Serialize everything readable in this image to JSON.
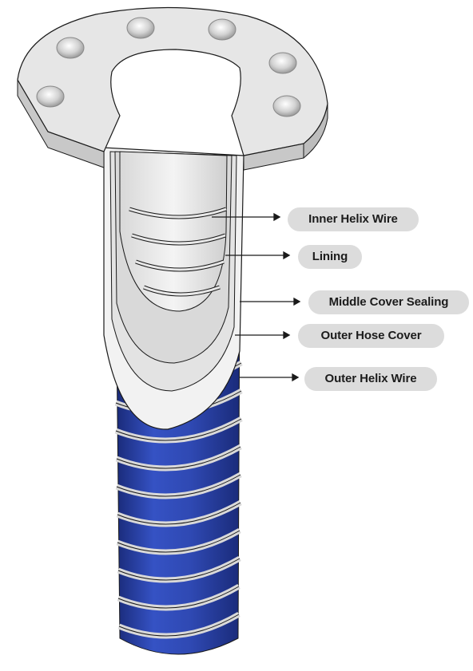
{
  "diagram": {
    "labels": [
      {
        "id": "inner-helix-wire",
        "text": "Inner Helix Wire"
      },
      {
        "id": "lining",
        "text": "Lining"
      },
      {
        "id": "middle-cover-sealing",
        "text": "Middle Cover Sealing"
      },
      {
        "id": "outer-hose-cover",
        "text": "Outer Hose Cover"
      },
      {
        "id": "outer-helix-wire",
        "text": "Outer Helix Wire"
      }
    ]
  },
  "colors": {
    "hose_blue": "#2f49b3",
    "hose_blue_dark": "#1a2b7a",
    "flange_grey": "#e6e6e6",
    "flange_side": "#c8c8c8",
    "wire_grey": "#d9d9d9",
    "pill_bg": "#dcdcdc",
    "line": "#1a1a1a"
  }
}
